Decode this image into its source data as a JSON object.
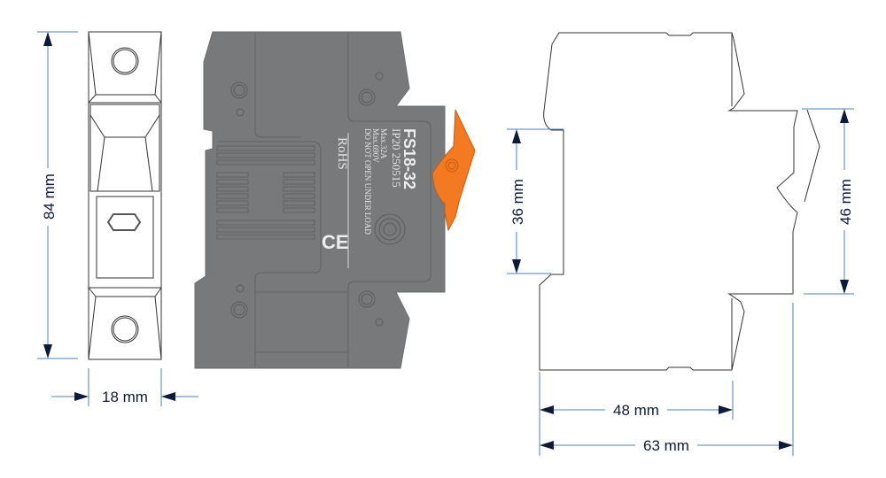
{
  "colors": {
    "body_gray": "#77797b",
    "body_line": "#5f6163",
    "handle_orange": "#f47a22",
    "dim_line": "#4f7fbf",
    "dim_text": "#0d1a3a",
    "outline": "#333333"
  },
  "front_view": {
    "height_label": "84 mm",
    "width_label": "18 mm"
  },
  "side_view": {
    "model": "FS18-32",
    "ip_line": "IP20  250515",
    "max_current": "Max.32A",
    "max_voltage": "Max.690V",
    "warning": "DO NOT OPEN UNDER LOAD",
    "rohs": "RoHS",
    "ce_mark": "CE"
  },
  "profile_view": {
    "left_height_label": "36 mm",
    "right_height_label": "46 mm",
    "depth_inner_label": "48 mm",
    "depth_total_label": "63 mm"
  }
}
